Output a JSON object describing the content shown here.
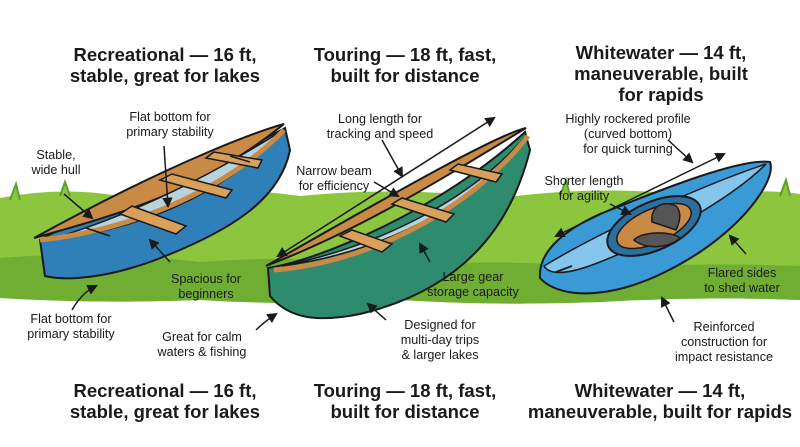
{
  "colors": {
    "grass": "#8cc63f",
    "grass_dark": "#5e9e2a",
    "rec_hull": "#2f7fb8",
    "tour_hull": "#2e8b6e",
    "white_hull": "#3a9ad6",
    "gunwale": "#c98a45",
    "seat": "#d9a05b",
    "interior": "#b9d3dc",
    "cockpit_seat": "#555555"
  },
  "titles": {
    "recreational_top": [
      "Recreational — 16 ft,",
      "stable, great for lakes"
    ],
    "touring_top": [
      "Touring — 18 ft, fast,",
      "built for distance"
    ],
    "whitewater_top": [
      "Whitewater — 14 ft,",
      "maneuverable, built",
      "for rapids"
    ],
    "recreational_bottom": [
      "Recreational — 16 ft,",
      "stable, great for lakes"
    ],
    "touring_bottom": [
      "Touring — 18 ft, fast,",
      "built for distance"
    ],
    "whitewater_bottom": [
      "Whitewater — 14 ft,",
      "maneuverable, built for rapids"
    ]
  },
  "labels": {
    "rec_flat_top": [
      "Flat bottom for",
      "primary stability"
    ],
    "rec_stable": [
      "Stable,",
      "wide hull"
    ],
    "rec_spacious": [
      "Spacious for",
      "beginners"
    ],
    "rec_flat_bottom": [
      "Flat bottom for",
      "primary stability"
    ],
    "rec_calm": [
      "Great for calm",
      "waters & fishing"
    ],
    "tour_long": [
      "Long length for",
      "tracking and speed"
    ],
    "tour_narrow": [
      "Narrow beam",
      "for efficiency"
    ],
    "tour_gear": [
      "Large gear",
      "storage capacity"
    ],
    "tour_multiday": [
      "Designed for",
      "multi-day trips",
      "& larger lakes"
    ],
    "ww_rocker": [
      "Highly rockered profile",
      "(curved bottom)",
      "for quick turning"
    ],
    "ww_shorter": [
      "Shorter length",
      "for agility"
    ],
    "ww_flared": [
      "Flared sides",
      "to shed water"
    ],
    "ww_reinforced": [
      "Reinforced",
      "construction for",
      "impact resistance"
    ]
  }
}
